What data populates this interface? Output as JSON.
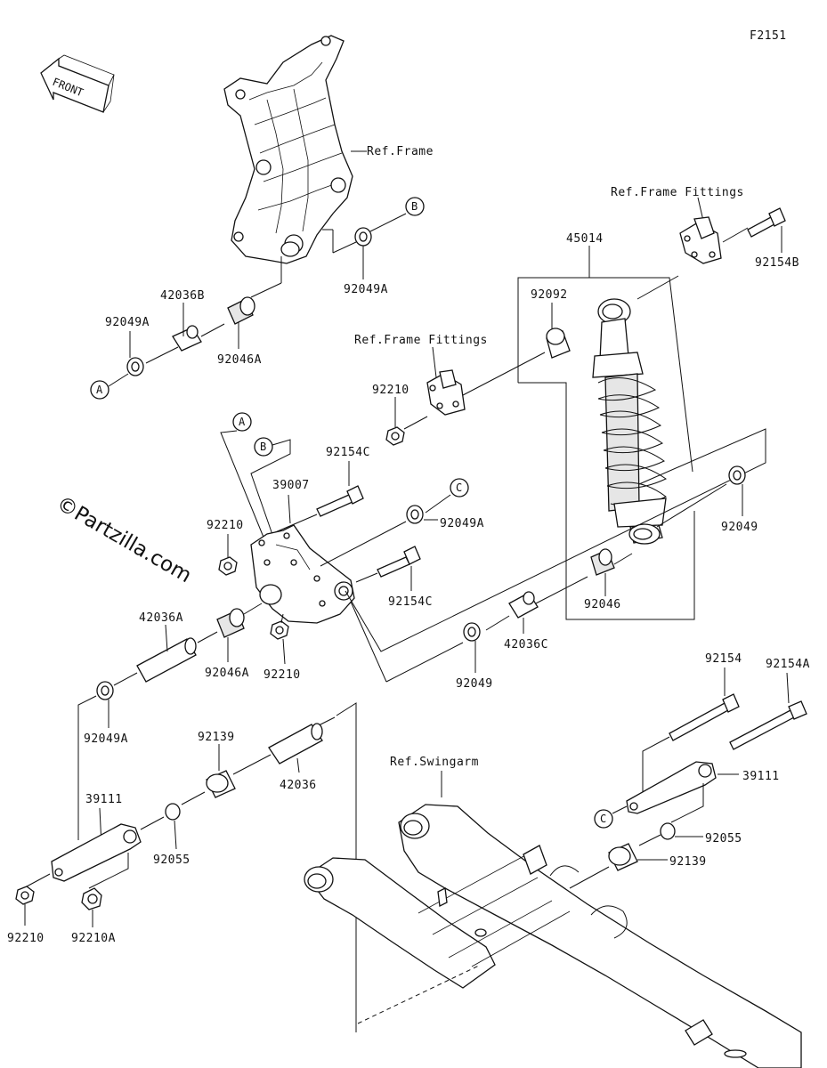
{
  "diagram_id": "F2151",
  "watermark": "©Partzilla.com",
  "front_label": "FRONT",
  "refs": {
    "frame": "Ref.Frame",
    "frame_fittings_upper": "Ref.Frame Fittings",
    "frame_fittings_mid": "Ref.Frame Fittings",
    "swingarm": "Ref.Swingarm"
  },
  "callouts": {
    "a1": "A",
    "a2": "A",
    "b1": "B",
    "b2": "B",
    "c1": "C",
    "c2": "C"
  },
  "parts": {
    "p92049A_top": "92049A",
    "p42036B": "42036B",
    "p92046A_top": "92046A",
    "p92049A_left": "92049A",
    "p45014": "45014",
    "p92154B": "92154B",
    "p92092": "92092",
    "p92210_top": "92210",
    "p92154C_top": "92154C",
    "p39007": "39007",
    "p92210_left": "92210",
    "p92049A_mid": "92049A",
    "p92154C_mid": "92154C",
    "p92049_right": "92049",
    "p92046": "92046",
    "p42036C": "42036C",
    "p92049_low": "92049",
    "p42036A": "42036A",
    "p92046A_low": "92046A",
    "p92210_low": "92210",
    "p92049A_low": "92049A",
    "p92139_left": "92139",
    "p42036": "42036",
    "p39111_left": "39111",
    "p92055_left": "92055",
    "p92210_bl": "92210",
    "p92210A": "92210A",
    "p92154": "92154",
    "p92154A": "92154A",
    "p39111_right": "39111",
    "p92055_right": "92055",
    "p92139_right": "92139"
  }
}
